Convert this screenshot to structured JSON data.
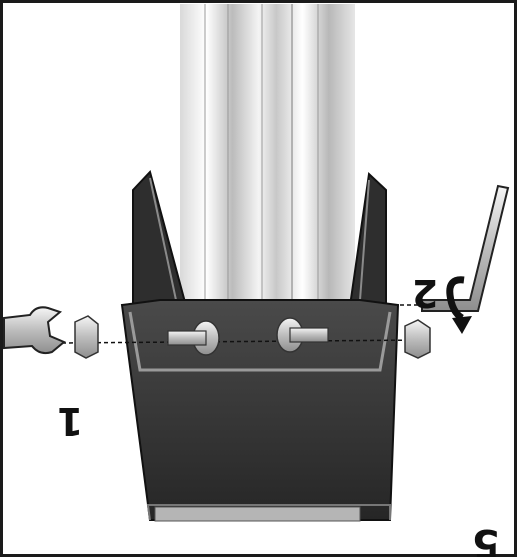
{
  "labels": {
    "step_one": "1",
    "step_two": "2",
    "figure_number": "5"
  },
  "colors": {
    "frame": "#1a1a1a",
    "bracket_dark": "#2e2e2e",
    "bracket_mid": "#3c3c3c",
    "bracket_edge": "#8a8a8a",
    "pole_light": "#f2f2f2",
    "pole_shade": "#bdbdbd",
    "metal": "#cfcfcf",
    "arrow": "#111111"
  },
  "icons": [
    "wrench-icon",
    "hex-key-icon",
    "rotation-arrow-icon",
    "bolt-icon",
    "nut-icon"
  ]
}
